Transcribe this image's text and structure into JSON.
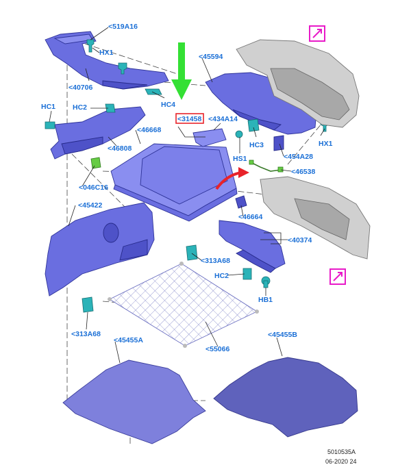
{
  "diagram": {
    "labels": {
      "l519A16": "<519A16",
      "hx1_top": "HX1",
      "l40706": "<40706",
      "hc4": "HC4",
      "l45594": "<45594",
      "hc1": "HC1",
      "hc2_top": "HC2",
      "l31458": "<31458",
      "l434A14": "<434A14",
      "hc3": "HC3",
      "hx1_right": "HX1",
      "l46668": "<46668",
      "l46808": "<46808",
      "hs1": "HS1",
      "l454A28": "<454A28",
      "l46538": "<46538",
      "l046C16": "<046C16",
      "l45422": "<45422",
      "l46664": "<46664",
      "l40374": "<40374",
      "l313A68_mid": "<313A68",
      "hc2_bottom": "HC2",
      "hb1": "HB1",
      "l313A68_low": "<313A68",
      "l45455A": "<45455A",
      "l45455B": "<45455B",
      "l55066": "<55066"
    },
    "footer": {
      "code": "5010535A",
      "date": "06-2020 24"
    },
    "colors": {
      "label_blue": "#1a6fd6",
      "part_blue": "#6a6ee0",
      "highlight_red": "#e8232a",
      "pointer_green": "#34e034",
      "link_magenta": "#e81ac8"
    },
    "icons": [
      "arrow-link-icon",
      "arrow-link-icon"
    ]
  }
}
